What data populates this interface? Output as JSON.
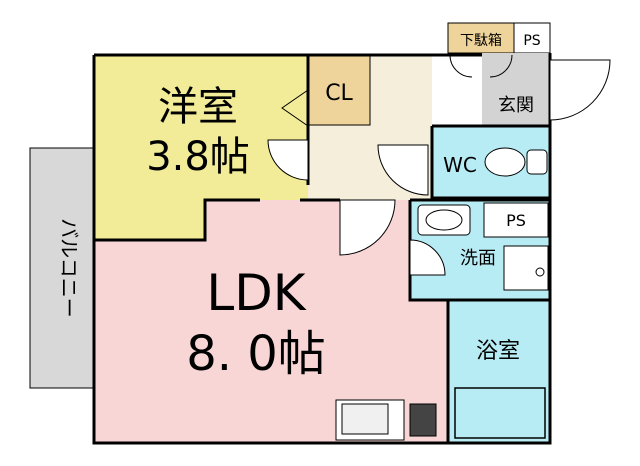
{
  "rooms": {
    "western": {
      "name": "洋室",
      "size": "3.8帖",
      "color": "#f2ec99"
    },
    "ldk": {
      "name": "LDK",
      "size": "8. 0帖",
      "color": "#f8d6d6"
    },
    "closet": {
      "name": "CL",
      "color": "#eed49a"
    },
    "shoe_box": {
      "name": "下駄箱",
      "color": "#eed49a"
    },
    "ps_top": {
      "name": "PS"
    },
    "entrance": {
      "name": "玄関",
      "color": "#d3d3d3"
    },
    "wc": {
      "name": "WC",
      "color": "#b8ecf4"
    },
    "ps_mid": {
      "name": "PS"
    },
    "washroom": {
      "name": "洗面",
      "color": "#b8ecf4"
    },
    "bathroom": {
      "name": "浴室",
      "color": "#b8ecf4"
    },
    "balcony": {
      "name": "バルコニー",
      "color": "#d8d8d8"
    },
    "hallway": {
      "color": "#f4eedb"
    }
  }
}
